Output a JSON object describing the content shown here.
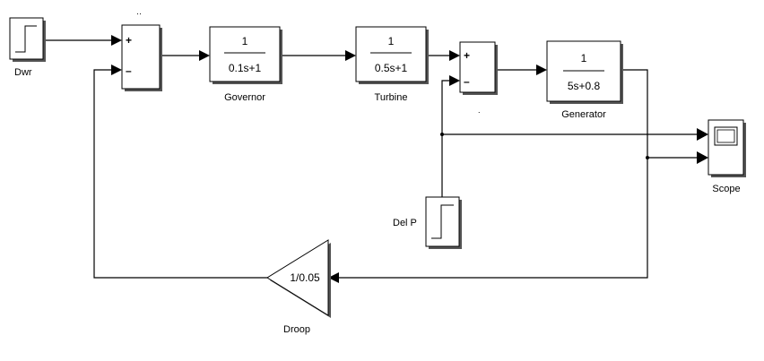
{
  "blocks": {
    "dwr": {
      "label": "Dwr"
    },
    "sum1": {
      "top_sign": "+",
      "bottom_sign": "–"
    },
    "governor": {
      "numerator": "1",
      "denominator": "0.1s+1",
      "label": "Governor"
    },
    "turbine": {
      "numerator": "1",
      "denominator": "0.5s+1",
      "label": "Turbine"
    },
    "sum2": {
      "top_sign": "+",
      "bottom_sign": "–"
    },
    "generator": {
      "numerator": "1",
      "denominator": "5s+0.8",
      "label": "Generator"
    },
    "scope": {
      "label": "Scope"
    },
    "delp": {
      "label": "Del P"
    },
    "droop": {
      "gain": "1/0.05",
      "label": "Droop"
    }
  },
  "colors": {
    "line": "#000000",
    "background": "#ffffff",
    "shadow": "#555555"
  }
}
